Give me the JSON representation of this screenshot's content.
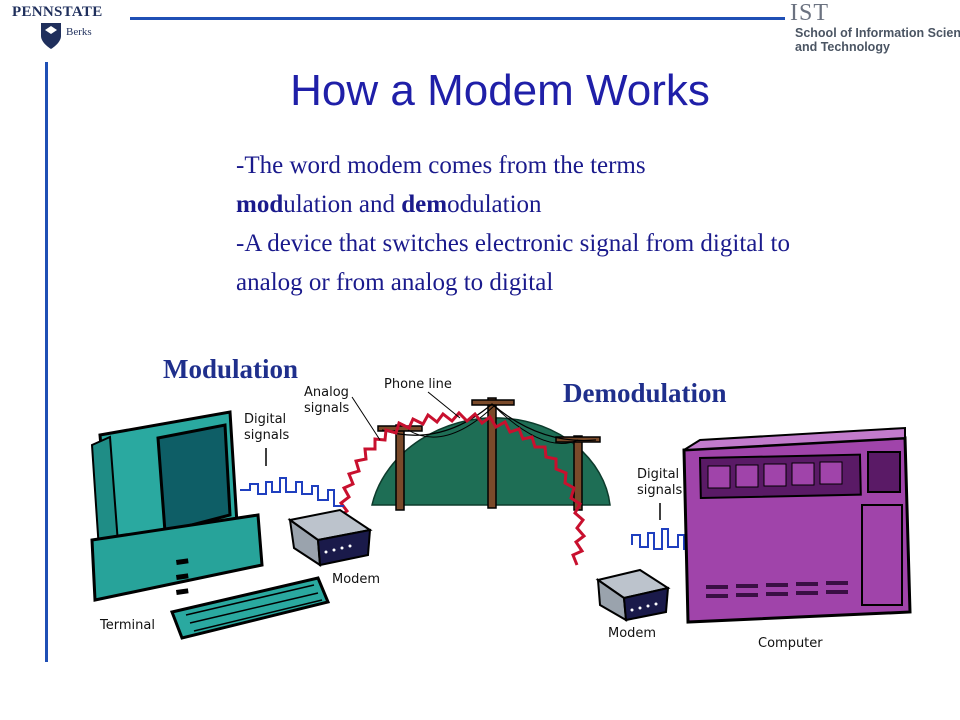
{
  "header": {
    "left_logo_word": "PENNSTATE",
    "left_logo_campus": "Berks",
    "right_logo_mark": "IST",
    "right_logo_line1": "School of Information Sciences",
    "right_logo_line2": "and Technology"
  },
  "slide": {
    "title": "How a Modem Works",
    "bullet1_pre": "-The word modem comes from the terms",
    "bullet1_bold1": "mod",
    "bullet1_mid1": "ulation and ",
    "bullet1_bold2": "dem",
    "bullet1_end": "odulation",
    "bullet2": "-A device that switches electronic signal from digital to analog or from analog to digital"
  },
  "diagram": {
    "modulation": "Modulation",
    "demodulation": "Demodulation",
    "analog_line1": "Analog",
    "analog_line2": "signals",
    "phone_line": "Phone line",
    "digital_left_1": "Digital",
    "digital_left_2": "signals",
    "digital_right_1": "Digital",
    "digital_right_2": "signals",
    "modem_left": "Modem",
    "modem_right": "Modem",
    "terminal": "Terminal",
    "computer": "Computer"
  }
}
